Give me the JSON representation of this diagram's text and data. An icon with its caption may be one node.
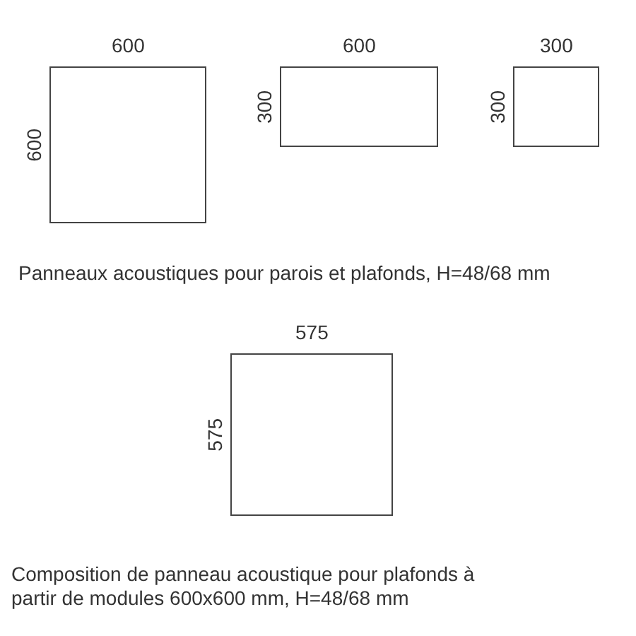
{
  "diagram": {
    "nodes": [
      {
        "text": [],
        "shape": "box",
        "beside": [
          "600",
          "600"
        ]
      },
      {
        "text": [],
        "shape": "box",
        "beside": [
          "600",
          "300"
        ]
      },
      {
        "text": [],
        "shape": "box",
        "beside": [
          "300",
          "300"
        ]
      },
      {
        "text": [],
        "shape": "box",
        "beside": [
          "575",
          "575"
        ]
      }
    ],
    "labels": [
      "Panneaux acoustiques pour parois et plafonds, H=48/68 mm",
      "Composition de panneau acoustique pour plafonds à partir de modules 600x600 mm, H=48/68 mm"
    ]
  }
}
